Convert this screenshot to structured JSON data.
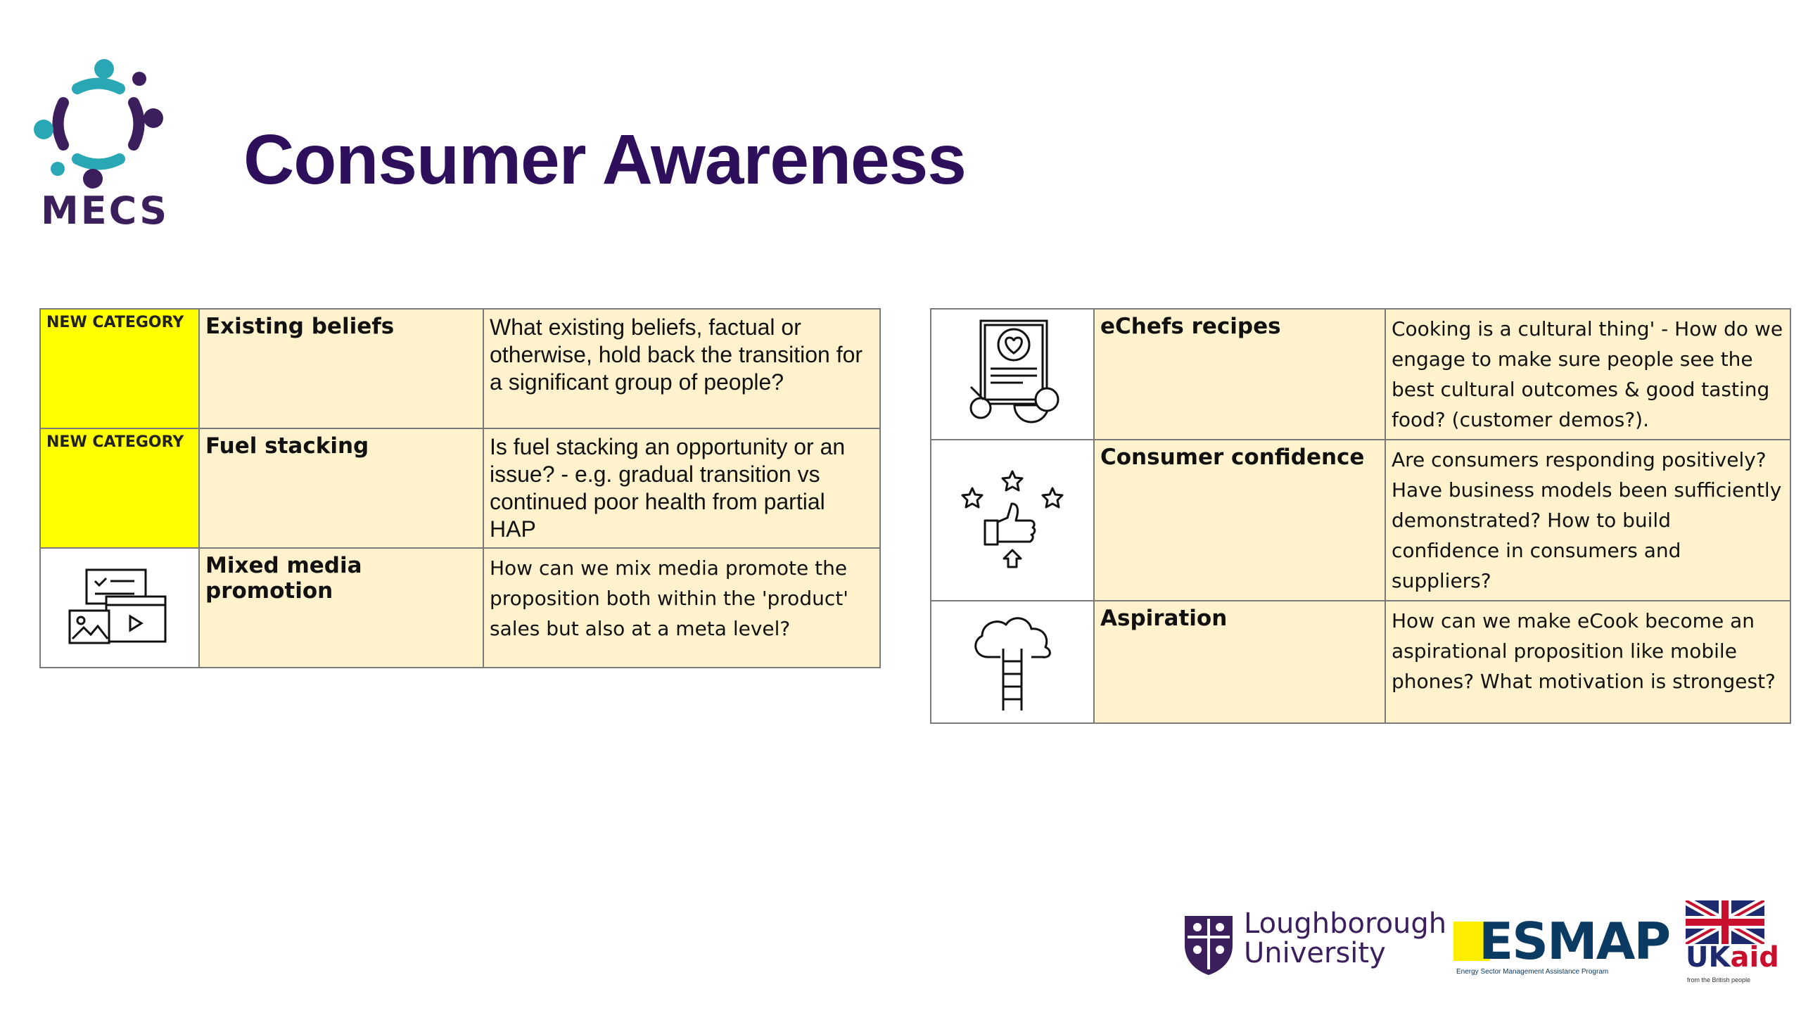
{
  "logo": {
    "text": "MECS",
    "colors": {
      "teal": "#2aa7b4",
      "purple": "#3b1f5c"
    }
  },
  "title": "Consumer Awareness",
  "left_table": {
    "rows": [
      {
        "category": "NEW CATEGORY",
        "topic": "Existing beliefs",
        "description": "What existing beliefs, factual or otherwise, hold back the transition for a significant group of people?",
        "icon": ""
      },
      {
        "category": "NEW CATEGORY",
        "topic": "Fuel stacking",
        "description": "Is fuel stacking an opportunity or an issue? - e.g. gradual transition vs continued poor health from partial HAP",
        "icon": ""
      },
      {
        "category": "",
        "topic": "Mixed media promotion",
        "description": "How can we mix media promote the proposition both within the 'product' sales but also at a meta level?",
        "icon": "mixed-media-icon"
      }
    ]
  },
  "right_table": {
    "rows": [
      {
        "icon": "recipe-document-icon",
        "topic": "eChefs recipes",
        "description": "Cooking is a cultural thing' - How do we engage to make sure people see the best cultural outcomes & good tasting food? (customer demos?)."
      },
      {
        "icon": "thumbs-up-stars-icon",
        "topic": "Consumer confidence",
        "description": "Are consumers responding positively? Have business models been sufficiently demonstrated?  How to build confidence in consumers and suppliers?"
      },
      {
        "icon": "cloud-ladder-icon",
        "topic": "Aspiration",
        "description": "How can we make eCook become an aspirational proposition like mobile phones? What motivation is strongest?"
      }
    ]
  },
  "footer": {
    "loughborough": {
      "line1": "Loughborough",
      "line2": "University"
    },
    "esmap": {
      "name": "ESMAP",
      "subtitle": "Energy Sector Management Assistance Program"
    },
    "ukaid": {
      "prefix": "UK",
      "suffix": "aid",
      "subtitle": "from the British people"
    }
  },
  "colors": {
    "title": "#2d0f5c",
    "cell_bg": "#fff2cc",
    "category_bg": "#ffff00",
    "border": "#7a7a7a"
  }
}
